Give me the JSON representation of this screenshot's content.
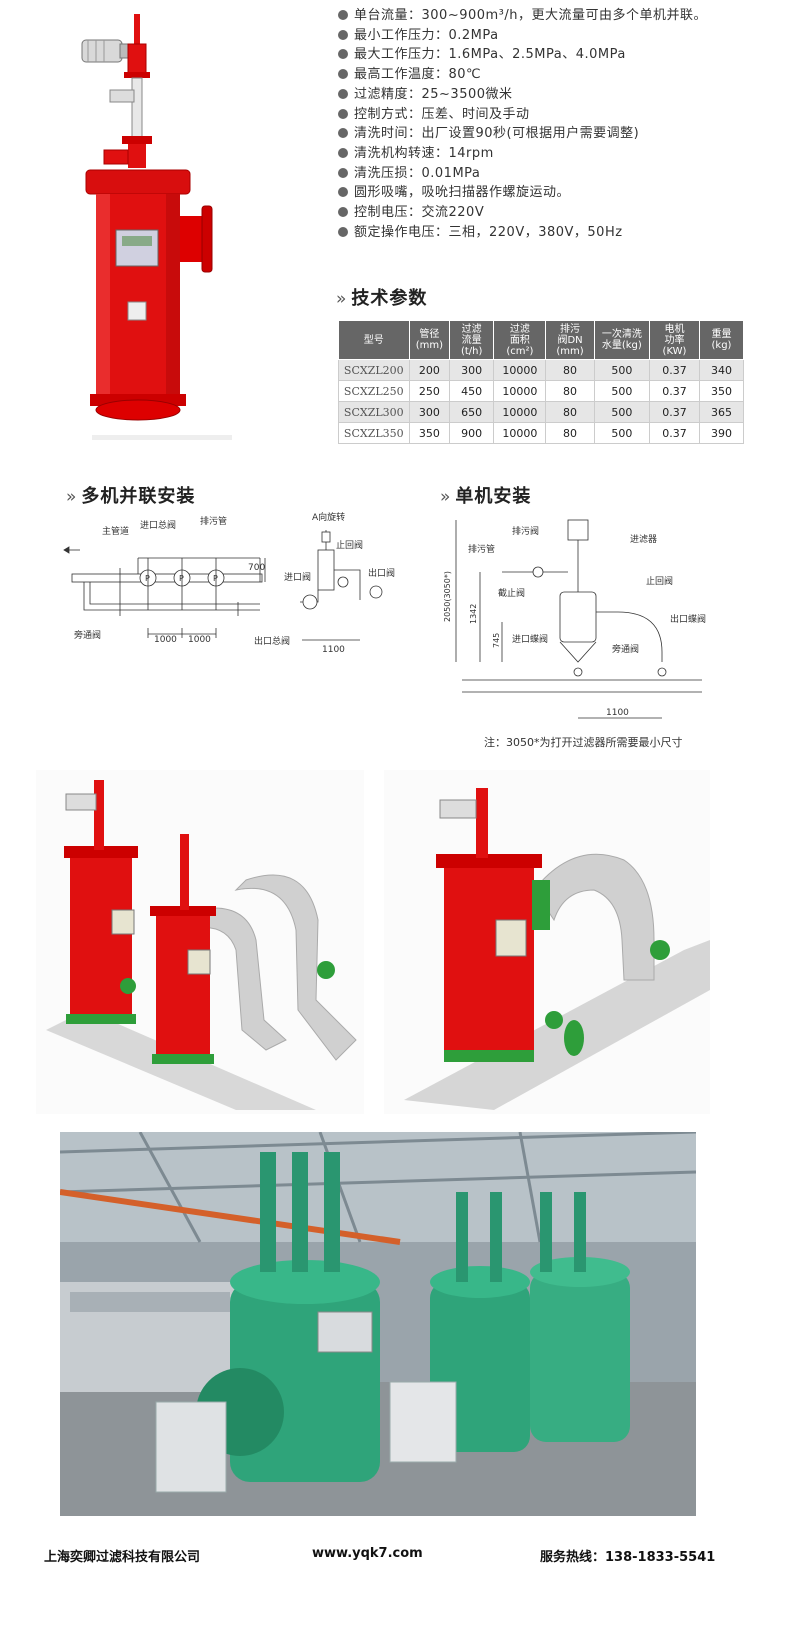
{
  "specs": [
    "单台流量：300~900m³/h，更大流量可由多个单机并联。",
    "最小工作压力：0.2MPa",
    "最大工作压力：1.6MPa、2.5MPa、4.0MPa",
    "最高工作温度：80℃",
    "过滤精度：25~3500微米",
    "控制方式：压差、时间及手动",
    "清洗时间：出厂设置90秒(可根据用户需要调整)",
    "清洗机构转速：14rpm",
    "清洗压损：0.01MPa",
    "圆形吸嘴，吸吮扫描器作螺旋运动。",
    "控制电压：交流220V",
    "额定操作电压：三相，220V，380V，50Hz"
  ],
  "tech_heading": "技术参数",
  "table": {
    "headers": [
      "型号",
      "管径\n(mm)",
      "过滤\n流量\n(t/h)",
      "过滤\n面积\n(cm²)",
      "排污\n阀DN\n(mm)",
      "一次清洗\n水量(kg)",
      "电机\n功率\n(KW)",
      "重量\n(kg)"
    ],
    "rows": [
      [
        "SCXZL200",
        "200",
        "300",
        "10000",
        "80",
        "500",
        "0.37",
        "340"
      ],
      [
        "SCXZL250",
        "250",
        "450",
        "10000",
        "80",
        "500",
        "0.37",
        "350"
      ],
      [
        "SCXZL300",
        "300",
        "650",
        "10000",
        "80",
        "500",
        "0.37",
        "365"
      ],
      [
        "SCXZL350",
        "350",
        "900",
        "10000",
        "80",
        "500",
        "0.37",
        "390"
      ]
    ]
  },
  "parallel_heading": "多机并联安装",
  "single_heading": "单机安装",
  "parallel_labels": {
    "main_pipe": "主管道",
    "inlet_main_valve": "进口总阀",
    "drain_pipe": "排污管",
    "bypass_valve": "旁通阀",
    "outlet_main_valve": "出口总阀",
    "dim_700": "700",
    "dim_1000a": "1000",
    "dim_1000b": "1000",
    "view_a": "A向旋转",
    "check_valve": "止回阀",
    "inlet_valve": "进口阀",
    "outlet_valve": "出口阀",
    "dim_1100": "1100"
  },
  "single_labels": {
    "drain_valve": "排污阀",
    "filter": "进滤器",
    "drain_pipe": "排污管",
    "check_valve": "止回阀",
    "shutoff_valve": "截止阀",
    "dim_2050": "2050(3050*)",
    "dim_1342": "1342",
    "dim_745": "745",
    "inlet_gate": "进口蝶阀",
    "bypass_valve": "旁通阀",
    "outlet_gate": "出口蝶阀",
    "dim_1100": "1100"
  },
  "note": "注：3050*为打开过滤器所需要最小尺寸",
  "footer": {
    "company": "上海奕卿过滤科技有限公司",
    "website": "www.yqk7.com",
    "hotline": "服务热线：138-1833-5541"
  },
  "colors": {
    "filter_red": "#e01010",
    "flange_green": "#2e9e3a",
    "tank_green": "#2fa47a",
    "pipe_gray": "#cfcfcf"
  }
}
